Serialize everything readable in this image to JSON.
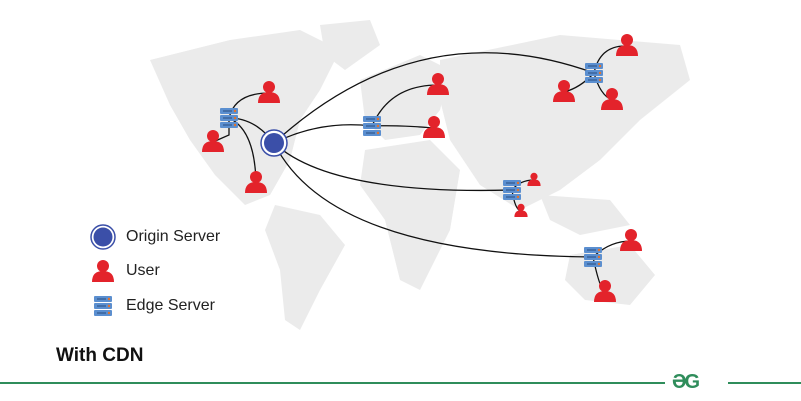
{
  "legend": {
    "origin_server": "Origin Server",
    "user": "User",
    "edge_server": "Edge Server"
  },
  "title": "With CDN",
  "logo": "ƏG",
  "colors": {
    "origin": "#3b4fa8",
    "user": "#e3232b",
    "edge": "#5b8fd0",
    "map": "#e9e9e9",
    "brand": "#2f8d5b"
  }
}
